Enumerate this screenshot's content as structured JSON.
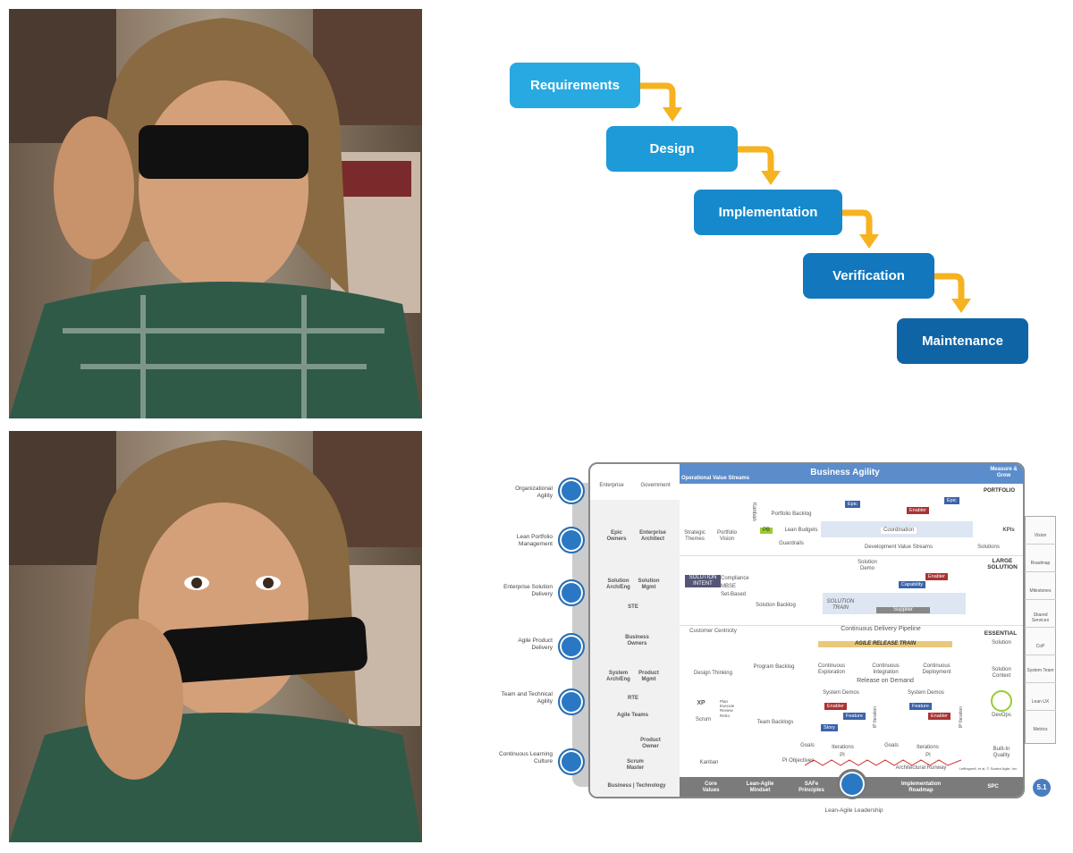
{
  "meme": {
    "panels": [
      "top-photo-sunglasses-on",
      "bottom-photo-sunglasses-lowered"
    ]
  },
  "waterfall": {
    "steps": [
      "Requirements",
      "Design",
      "Implementation",
      "Verification",
      "Maintenance"
    ],
    "colors": [
      "#29a9e1",
      "#1d9ad8",
      "#1689cc",
      "#1277bd",
      "#0f64a6"
    ],
    "arrow_color": "#f6b21f"
  },
  "safe": {
    "header": {
      "enterprise": "Enterprise",
      "government": "Government",
      "ovs": "Operational Value Streams",
      "title": "Business Agility",
      "measure": "Measure & Grow"
    },
    "competencies": [
      "Organizational Agility",
      "Lean Portfolio Management",
      "Enterprise Solution Delivery",
      "Agile Product Delivery",
      "Team and Technical Agility",
      "Continuous Learning Culture"
    ],
    "roles": {
      "epic_owners": "Epic Owners",
      "enterprise_architect": "Enterprise Architect",
      "solution_arch": "Solution Arch/Eng",
      "solution_mgmt": "Solution Mgmt",
      "ste": "STE",
      "business_owners": "Business Owners",
      "system_arch": "System Arch/Eng",
      "product_mgmt": "Product Mgmt",
      "rte": "RTE",
      "agile_teams": "Agile Teams",
      "product_owner": "Product Owner",
      "scrum_master": "Scrum Master",
      "business_technology": "Business | Technology"
    },
    "portfolio": {
      "label": "PORTFOLIO",
      "strategic_themes": "Strategic Themes",
      "portfolio_vision": "Portfolio Vision",
      "kanban": "Kanban",
      "portfolio_backlog": "Portfolio Backlog",
      "pb": "PB",
      "lean_budgets": "Lean Budgets",
      "guardrails": "Guardrails",
      "epic": "Epic",
      "enabler": "Enabler",
      "coordination": "Coordination",
      "dvs": "Development Value Streams",
      "kpis": "KPIs",
      "solutions": "Solutions"
    },
    "large": {
      "label": "LARGE SOLUTION",
      "compliance": "Compliance",
      "mbse": "MBSE",
      "set_based": "Set-Based",
      "solution_intent": "SOLUTION INTENT",
      "solution_backlog": "Solution Backlog",
      "solution_demo": "Solution Demo",
      "capability": "Capability",
      "enabler": "Enabler",
      "solution_train": "SOLUTION TRAIN",
      "supplier": "Supplier"
    },
    "essential": {
      "label": "ESSENTIAL",
      "customer_centricity": "Customer Centricity",
      "design_thinking": "Design Thinking",
      "program_backlog": "Program Backlog",
      "cdp": "Continuous Delivery Pipeline",
      "art": "AGILE RELEASE TRAIN",
      "ce": "Continuous Exploration",
      "ci": "Continuous Integration",
      "cd": "Continuous Deployment",
      "rod": "Release on Demand",
      "system_demos": "System Demos",
      "xp": "XP",
      "scrum": "Scrum",
      "scrum_steps": [
        "Plan",
        "Execute",
        "Review",
        "Retro"
      ],
      "team_backlogs": "Team Backlogs",
      "kanban": "Kanban",
      "goals": "Goals",
      "iterations": "Iterations",
      "pi": "PI",
      "pi_objectives": "PI Objectives",
      "arch_runway": "Architectural Runway",
      "feature": "Feature",
      "story": "Story",
      "enabler": "Enabler",
      "ip_iteration": "IP Iteration",
      "solution": "Solution",
      "solution_context": "Solution Context",
      "devops": "DevOps",
      "built_in_quality": "Built-In Quality",
      "copyright": "Leffingwell, et al. © Scaled Agile, Inc."
    },
    "footer": {
      "core_values": "Core Values",
      "mindset": "Lean-Agile Mindset",
      "principles": "SAFe Principles",
      "roadmap": "Implementation Roadmap",
      "spc": "SPC",
      "leadership": "Lean-Agile Leadership",
      "version": "5.1"
    },
    "spanning": [
      "Vision",
      "Roadmap",
      "Milestones",
      "Shared Services",
      "CoP",
      "System Team",
      "Lean UX",
      "Metrics"
    ]
  }
}
